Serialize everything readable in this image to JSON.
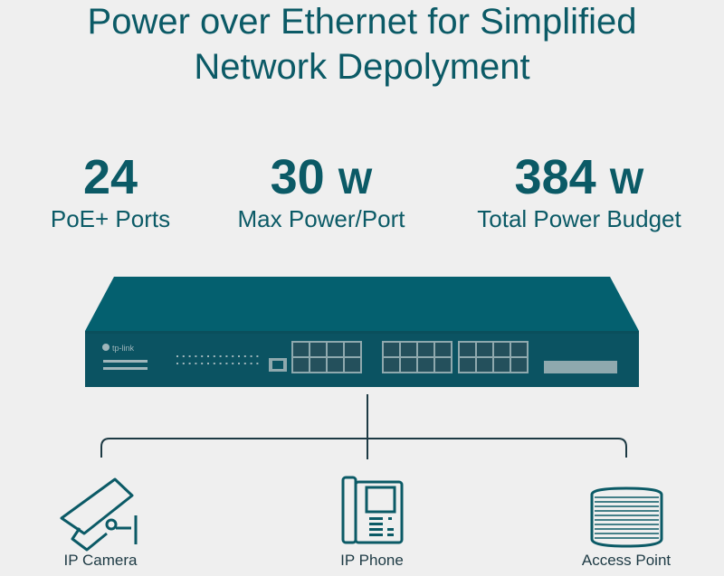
{
  "header": {
    "line1": "Power over Ethernet for Simplified",
    "line2": "Network Depolyment"
  },
  "stats": [
    {
      "value": "24",
      "unit": "",
      "label": "PoE+ Ports"
    },
    {
      "value": "30",
      "unit": "W",
      "label": "Max Power/Port"
    },
    {
      "value": "384",
      "unit": "W",
      "label": "Total Power Budget"
    }
  ],
  "switch": {
    "brand": "tp-link",
    "port_count": 24
  },
  "devices": [
    {
      "label": "IP Camera",
      "icon": "ip-camera-icon"
    },
    {
      "label": "IP Phone",
      "icon": "ip-phone-icon"
    },
    {
      "label": "Access Point",
      "icon": "access-point-icon"
    }
  ],
  "colors": {
    "accent": "#0b5a66",
    "switch_top": "#04606f",
    "switch_front": "#0b5362",
    "background": "#efefef"
  }
}
